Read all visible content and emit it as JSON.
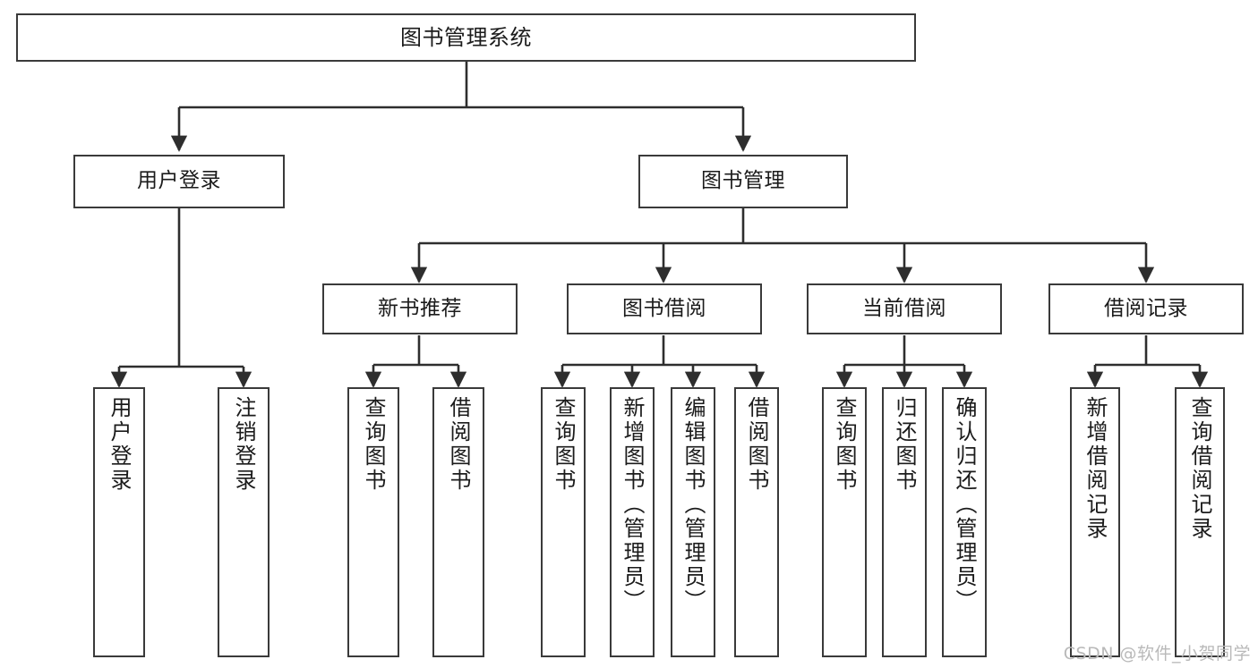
{
  "diagram": {
    "title": "图书管理系统",
    "type": "functional-structure-tree",
    "watermark": "CSDN @软件_小贺同学",
    "colors": {
      "border": "#3a3a3a",
      "text": "#1b1b1b",
      "background": "#ffffff",
      "watermark": "#b9b9b9"
    }
  },
  "nodes": {
    "root": {
      "label": "图书管理系统"
    },
    "level2": [
      {
        "id": "user-login",
        "label": "用户登录"
      },
      {
        "id": "book-manage",
        "label": "图书管理"
      }
    ],
    "level3": [
      {
        "id": "new-book-recommend",
        "label": "新书推荐"
      },
      {
        "id": "book-borrow",
        "label": "图书借阅"
      },
      {
        "id": "current-borrow",
        "label": "当前借阅"
      },
      {
        "id": "borrow-record",
        "label": "借阅记录"
      }
    ],
    "leaves": [
      {
        "id": "leaf-user-login",
        "label": "用户登录",
        "parent": "user-login"
      },
      {
        "id": "leaf-logout",
        "label": "注销登录",
        "parent": "user-login"
      },
      {
        "id": "leaf-query-book-1",
        "label": "查询图书",
        "parent": "new-book-recommend"
      },
      {
        "id": "leaf-borrow-book-1",
        "label": "借阅图书",
        "parent": "new-book-recommend"
      },
      {
        "id": "leaf-query-book-2",
        "label": "查询图书",
        "parent": "book-borrow"
      },
      {
        "id": "leaf-add-book",
        "label": "新增图书（管理员）",
        "parent": "book-borrow"
      },
      {
        "id": "leaf-edit-book",
        "label": "编辑图书（管理员）",
        "parent": "book-borrow"
      },
      {
        "id": "leaf-borrow-book-2",
        "label": "借阅图书",
        "parent": "book-borrow"
      },
      {
        "id": "leaf-query-book-3",
        "label": "查询图书",
        "parent": "current-borrow"
      },
      {
        "id": "leaf-return-book",
        "label": "归还图书",
        "parent": "current-borrow"
      },
      {
        "id": "leaf-confirm-return",
        "label": "确认归还（管理员）",
        "parent": "current-borrow"
      },
      {
        "id": "leaf-add-record",
        "label": "新增借阅记录",
        "parent": "borrow-record"
      },
      {
        "id": "leaf-query-record",
        "label": "查询借阅记录",
        "parent": "borrow-record"
      }
    ]
  }
}
